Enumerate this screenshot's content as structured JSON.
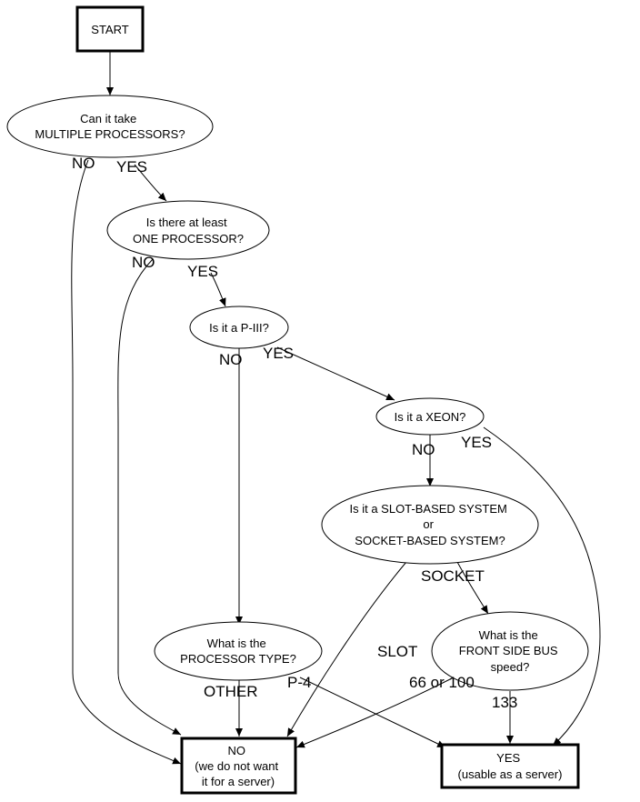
{
  "nodes": {
    "start": {
      "lines": [
        "START"
      ]
    },
    "multiple": {
      "lines": [
        "Can it take",
        "MULTIPLE PROCESSORS?"
      ]
    },
    "one": {
      "lines": [
        "Is there at least",
        "ONE PROCESSOR?"
      ]
    },
    "p3": {
      "lines": [
        "Is it a P-III?"
      ]
    },
    "xeon": {
      "lines": [
        "Is it a XEON?"
      ]
    },
    "slot": {
      "lines": [
        "Is it a SLOT-BASED SYSTEM",
        "or",
        "SOCKET-BASED SYSTEM?"
      ]
    },
    "ptype": {
      "lines": [
        "What is the",
        "PROCESSOR TYPE?"
      ]
    },
    "fsb": {
      "lines": [
        "What is the",
        "FRONT SIDE BUS",
        "speed?"
      ]
    },
    "no": {
      "lines": [
        "NO",
        "(we do not want",
        "it for a server)"
      ]
    },
    "yes": {
      "lines": [
        "YES",
        "(usable as a server)"
      ]
    }
  },
  "labels": {
    "multiple_no": "NO",
    "multiple_yes": "YES",
    "one_no": "NO",
    "one_yes": "YES",
    "p3_no": "NO",
    "p3_yes": "YES",
    "xeon_no": "NO",
    "xeon_yes": "YES",
    "socket": "SOCKET",
    "slot": "SLOT",
    "other": "OTHER",
    "p4": "P-4",
    "fsb_low": "66 or 100",
    "fsb_high": "133"
  }
}
